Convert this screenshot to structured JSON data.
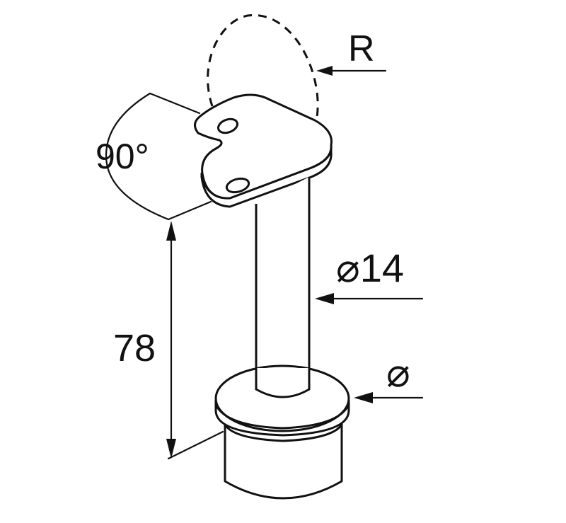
{
  "diagram": {
    "labels": {
      "radius": "R",
      "angle": "90°",
      "height": "78",
      "tube_diameter": "⌀14",
      "base_diameter": "⌀"
    },
    "colors": {
      "line": "#111111",
      "background": "#ffffff"
    }
  }
}
